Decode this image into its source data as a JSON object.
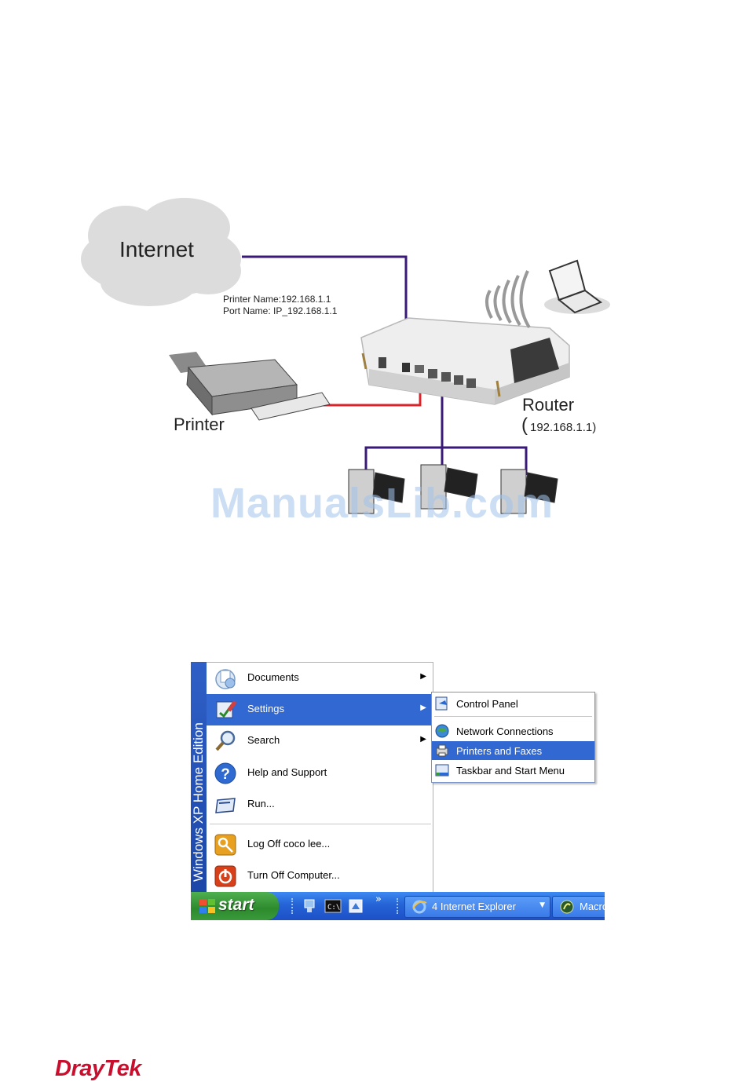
{
  "diagram": {
    "cloud_label": "Internet",
    "printer_info_line1": "Printer Name:192.168.1.1",
    "printer_info_line2": "Port Name: IP_192.168.1.1",
    "printer_label": "Printer",
    "router_label": "Router",
    "router_ip_open": "(",
    "router_ip": "192.168.1.1)"
  },
  "watermark": "ManualsLib.com",
  "start_menu": {
    "sidebar_text": "Windows XP  Home Edition",
    "items": [
      {
        "label": "Documents",
        "icon": "documents-icon"
      },
      {
        "label": "Settings",
        "icon": "settings-icon"
      },
      {
        "label": "Search",
        "icon": "search-icon"
      },
      {
        "label": "Help and Support",
        "icon": "help-icon"
      },
      {
        "label": "Run...",
        "icon": "run-icon"
      },
      {
        "label": "Log Off coco lee...",
        "icon": "log-off-icon"
      },
      {
        "label": "Turn Off Computer...",
        "icon": "power-icon"
      }
    ],
    "submenu": [
      {
        "label": "Control Panel",
        "icon": "control-panel-icon"
      },
      {
        "label": "Network Connections",
        "icon": "network-connections-icon"
      },
      {
        "label": "Printers and Faxes",
        "icon": "printer-icon"
      },
      {
        "label": "Taskbar and Start Menu",
        "icon": "taskbar-icon"
      }
    ]
  },
  "taskbar": {
    "start_label": "start",
    "quicklaunch_chevron": "»",
    "ie_button_label": "4 Internet Explorer",
    "macro_button_label": "Macro"
  },
  "footer": {
    "brand": "DrayTek"
  },
  "colors": {
    "menu_highlight": "#3168d1",
    "taskbar_blue": "#2563d6",
    "start_green": "#2d8a2d",
    "brand_red": "#c8102e",
    "network_line": "#3a1a78",
    "printer_line": "#d8242b"
  }
}
